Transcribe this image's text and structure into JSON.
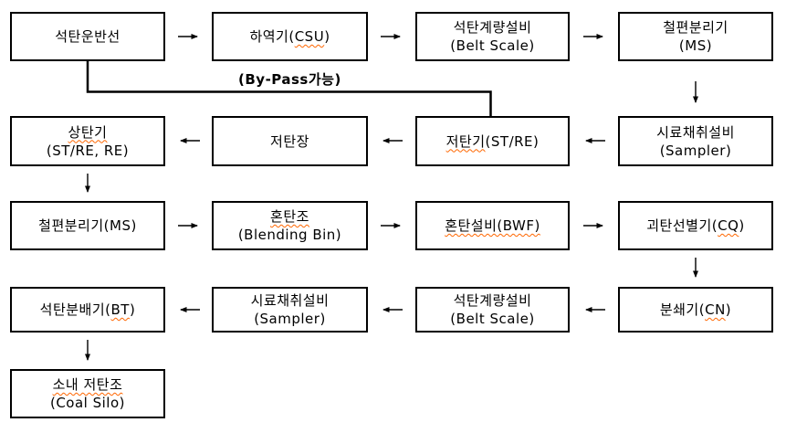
{
  "colors": {
    "background": "#ffffff",
    "box_border": "#000000",
    "text": "#000000",
    "squiggle": "#ff6600"
  },
  "bypass": {
    "label": "(By-Pass가능)"
  },
  "boxes": [
    {
      "name": "coal-carrier-vessel",
      "lines": [
        {
          "pre": "석탄운반선",
          "mark": "",
          "post": ""
        }
      ]
    },
    {
      "name": "unloader-csu",
      "lines": [
        {
          "pre": "하역기(",
          "mark": "CSU",
          "post": ")"
        }
      ]
    },
    {
      "name": "belt-scale-1",
      "lines": [
        {
          "pre": "석탄계량설비",
          "mark": "",
          "post": ""
        },
        {
          "pre": "(Belt Scale)",
          "mark": "",
          "post": ""
        }
      ]
    },
    {
      "name": "magnetic-separator-1",
      "lines": [
        {
          "pre": "철편분리기",
          "mark": "",
          "post": ""
        },
        {
          "pre": "(MS)",
          "mark": "",
          "post": ""
        }
      ]
    },
    {
      "name": "stacker",
      "lines": [
        {
          "pre": "",
          "mark": "상탄기",
          "post": ""
        },
        {
          "pre": "(ST/RE, RE)",
          "mark": "",
          "post": ""
        }
      ]
    },
    {
      "name": "coal-yard",
      "lines": [
        {
          "pre": "저탄장",
          "mark": "",
          "post": ""
        }
      ]
    },
    {
      "name": "reclaimer",
      "lines": [
        {
          "pre": "",
          "mark": "저탄기",
          "post": "(ST/RE)"
        }
      ]
    },
    {
      "name": "sampler-1",
      "lines": [
        {
          "pre": "시료채취설비",
          "mark": "",
          "post": ""
        },
        {
          "pre": "(Sampler)",
          "mark": "",
          "post": ""
        }
      ]
    },
    {
      "name": "magnetic-separator-2",
      "lines": [
        {
          "pre": "철편분리기(MS)",
          "mark": "",
          "post": ""
        }
      ]
    },
    {
      "name": "blending-bin",
      "lines": [
        {
          "pre": "",
          "mark": "혼탄조",
          "post": ""
        },
        {
          "pre": "(Blending Bin)",
          "mark": "",
          "post": ""
        }
      ]
    },
    {
      "name": "blending-facility-bwf",
      "lines": [
        {
          "pre": "",
          "mark": "혼탄설비(BWF)",
          "post": ""
        }
      ]
    },
    {
      "name": "lump-coal-sorter-cq",
      "lines": [
        {
          "pre": "괴탄선별기(",
          "mark": "CQ",
          "post": ")"
        }
      ]
    },
    {
      "name": "coal-distributor-bt",
      "lines": [
        {
          "pre": "석탄분배기(",
          "mark": "BT",
          "post": ")"
        }
      ]
    },
    {
      "name": "sampler-2",
      "lines": [
        {
          "pre": "시료채취설비",
          "mark": "",
          "post": ""
        },
        {
          "pre": "(Sampler)",
          "mark": "",
          "post": ""
        }
      ]
    },
    {
      "name": "belt-scale-2",
      "lines": [
        {
          "pre": "석탄계량설비",
          "mark": "",
          "post": ""
        },
        {
          "pre": "(Belt Scale)",
          "mark": "",
          "post": ""
        }
      ]
    },
    {
      "name": "crusher-cn",
      "lines": [
        {
          "pre": "분쇄기(",
          "mark": "CN",
          "post": ")"
        }
      ]
    },
    {
      "name": "coal-silo",
      "lines": [
        {
          "pre": "",
          "mark": "소내 저탄조",
          "post": ""
        },
        {
          "pre": "(Coal Silo)",
          "mark": "",
          "post": ""
        }
      ]
    }
  ],
  "flow_arrows": [
    {
      "from": "석탄운반선",
      "to": "하역기(CSU)",
      "direction": "right"
    },
    {
      "from": "하역기(CSU)",
      "to": "석탄계량설비 (Belt Scale)",
      "direction": "right"
    },
    {
      "from": "석탄계량설비 (Belt Scale)",
      "to": "철편분리기 (MS)",
      "direction": "right"
    },
    {
      "from": "철편분리기 (MS)",
      "to": "시료채취설비 (Sampler)",
      "direction": "down"
    },
    {
      "from": "시료채취설비 (Sampler)",
      "to": "저탄기(ST/RE)",
      "direction": "left"
    },
    {
      "from": "저탄기(ST/RE)",
      "to": "저탄장",
      "direction": "left"
    },
    {
      "from": "저탄장",
      "to": "상탄기 (ST/RE, RE)",
      "direction": "left"
    },
    {
      "from": "상탄기 (ST/RE, RE)",
      "to": "철편분리기(MS)",
      "direction": "down"
    },
    {
      "from": "철편분리기(MS)",
      "to": "혼탄조 (Blending Bin)",
      "direction": "right"
    },
    {
      "from": "혼탄조 (Blending Bin)",
      "to": "혼탄설비(BWF)",
      "direction": "right"
    },
    {
      "from": "혼탄설비(BWF)",
      "to": "괴탄선별기(CQ)",
      "direction": "right"
    },
    {
      "from": "괴탄선별기(CQ)",
      "to": "분쇄기(CN)",
      "direction": "down"
    },
    {
      "from": "분쇄기(CN)",
      "to": "석탄계량설비 (Belt Scale)",
      "direction": "left"
    },
    {
      "from": "석탄계량설비 (Belt Scale)",
      "to": "시료채취설비 (Sampler)",
      "direction": "left"
    },
    {
      "from": "시료채취설비 (Sampler)",
      "to": "석탄분배기(BT)",
      "direction": "left"
    },
    {
      "from": "석탄분배기(BT)",
      "to": "소내 저탄조 (Coal Silo)",
      "direction": "down"
    },
    {
      "from": "석탄운반선",
      "to": "저탄기(ST/RE)",
      "direction": "bypass",
      "label": "(By-Pass가능)"
    }
  ]
}
